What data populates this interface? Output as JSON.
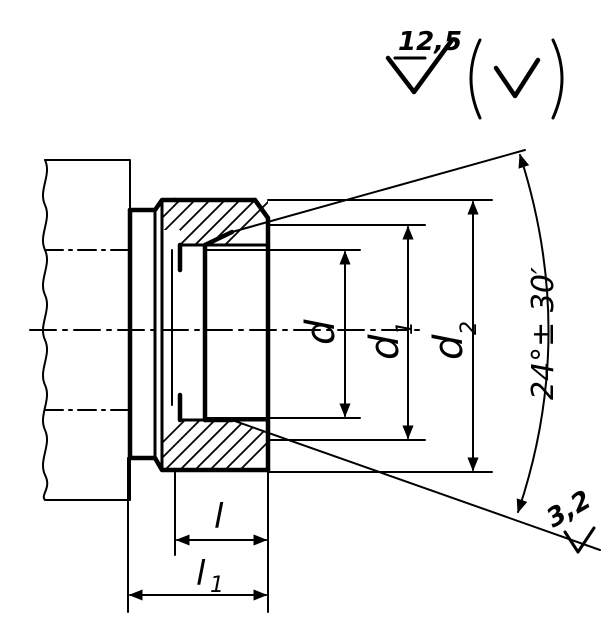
{
  "roughness": {
    "main": "12,5",
    "bracket_symbol": "V",
    "cone": "3,2"
  },
  "dimensions": {
    "d": "d",
    "d1_base": "d",
    "d1_sub": "1",
    "d2_base": "d",
    "d2_sub": "2",
    "l": "l",
    "l1_base": "l",
    "l1_sub": "1",
    "angle": "24°± 30′"
  }
}
